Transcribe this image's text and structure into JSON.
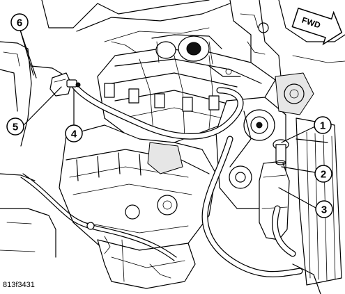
{
  "figure_id": "813f3431",
  "direction_label": "FWD",
  "callouts": [
    {
      "label": "1"
    },
    {
      "label": "2"
    },
    {
      "label": "3"
    },
    {
      "label": "4"
    },
    {
      "label": "5"
    },
    {
      "label": "6"
    }
  ]
}
